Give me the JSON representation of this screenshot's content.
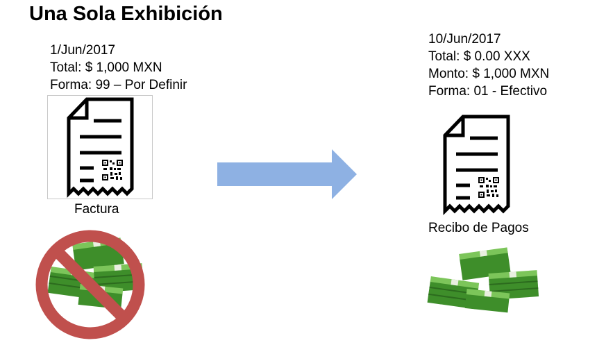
{
  "title": "Una Sola Exhibición",
  "invoice": {
    "date": "1/Jun/2017",
    "total": "Total: $ 1,000 MXN",
    "forma": "Forma: 99 – Por Definir",
    "caption": "Factura",
    "icons": [
      "document-icon",
      "qr-code-icon",
      "prohibited-icon",
      "money-stack-icon"
    ]
  },
  "payment": {
    "date": "10/Jun/2017",
    "total": "Total: $ 0.00 XXX",
    "monto": "Monto: $ 1,000 MXN",
    "forma": "Forma: 01 - Efectivo",
    "caption": "Recibo de Pagos",
    "icons": [
      "document-icon",
      "qr-code-icon",
      "money-stack-icon"
    ]
  },
  "arrow": {
    "color": "#8EB1E3",
    "direction": "right"
  },
  "colors": {
    "prohibited": "#C0504D",
    "money_dark": "#3E8E2A",
    "money_light": "#7CC55A"
  }
}
